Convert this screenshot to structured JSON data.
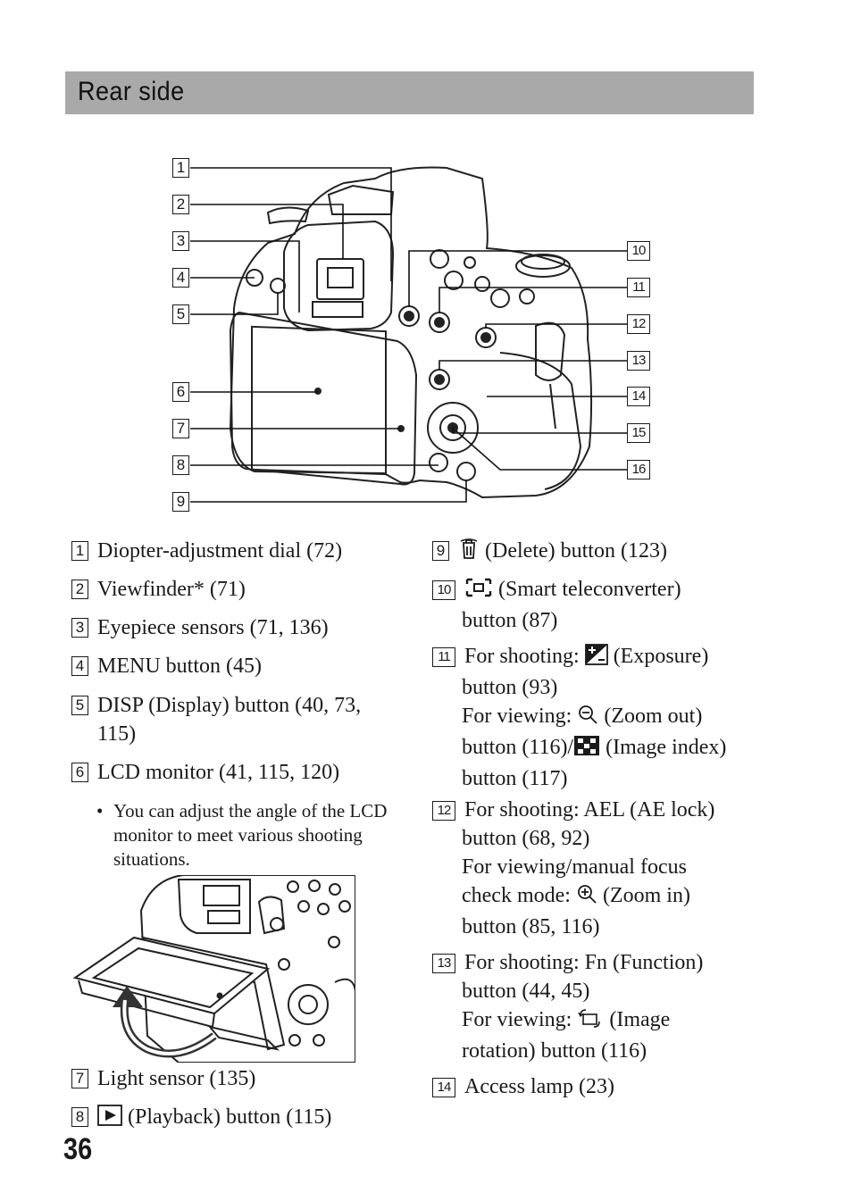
{
  "section": {
    "title": "Rear side"
  },
  "callouts": [
    "1",
    "2",
    "3",
    "4",
    "5",
    "6",
    "7",
    "8",
    "9",
    "10",
    "11",
    "12",
    "13",
    "14",
    "15",
    "16"
  ],
  "items": {
    "i1": "Diopter-adjustment dial (72)",
    "i2": "Viewfinder* (71)",
    "i3": "Eyepiece sensors (71, 136)",
    "i4": "MENU button (45)",
    "i5a": "DISP (Display) button (40, 73,",
    "i5b": "115)",
    "i6": "LCD monitor (41, 115, 120)",
    "i6_note": "You can adjust the angle of the LCD monitor to meet various shooting situations.",
    "i7": "Light sensor (135)",
    "i8": "(Playback) button (115)",
    "i9": "(Delete) button (123)",
    "i10a": "(Smart teleconverter)",
    "i10b": "button (87)",
    "i11a": "For shooting:",
    "i11b": "(Exposure)",
    "i11c": "button (93)",
    "i11d": "For viewing:",
    "i11e": "(Zoom out)",
    "i11f": "button (116)/",
    "i11g": "(Image index)",
    "i11h": "button (117)",
    "i12a": "For shooting: AEL (AE lock)",
    "i12b": "button (68, 92)",
    "i12c": "For viewing/manual focus",
    "i12d": "check mode:",
    "i12e": "(Zoom in)",
    "i12f": "button (85, 116)",
    "i13a": "For shooting: Fn (Function)",
    "i13b": "button (44, 45)",
    "i13c": "For viewing:",
    "i13d": "(Image",
    "i13e": "rotation) button (116)",
    "i14": "Access lamp (23)"
  },
  "bullet_symbol": "•",
  "page_number": "36"
}
